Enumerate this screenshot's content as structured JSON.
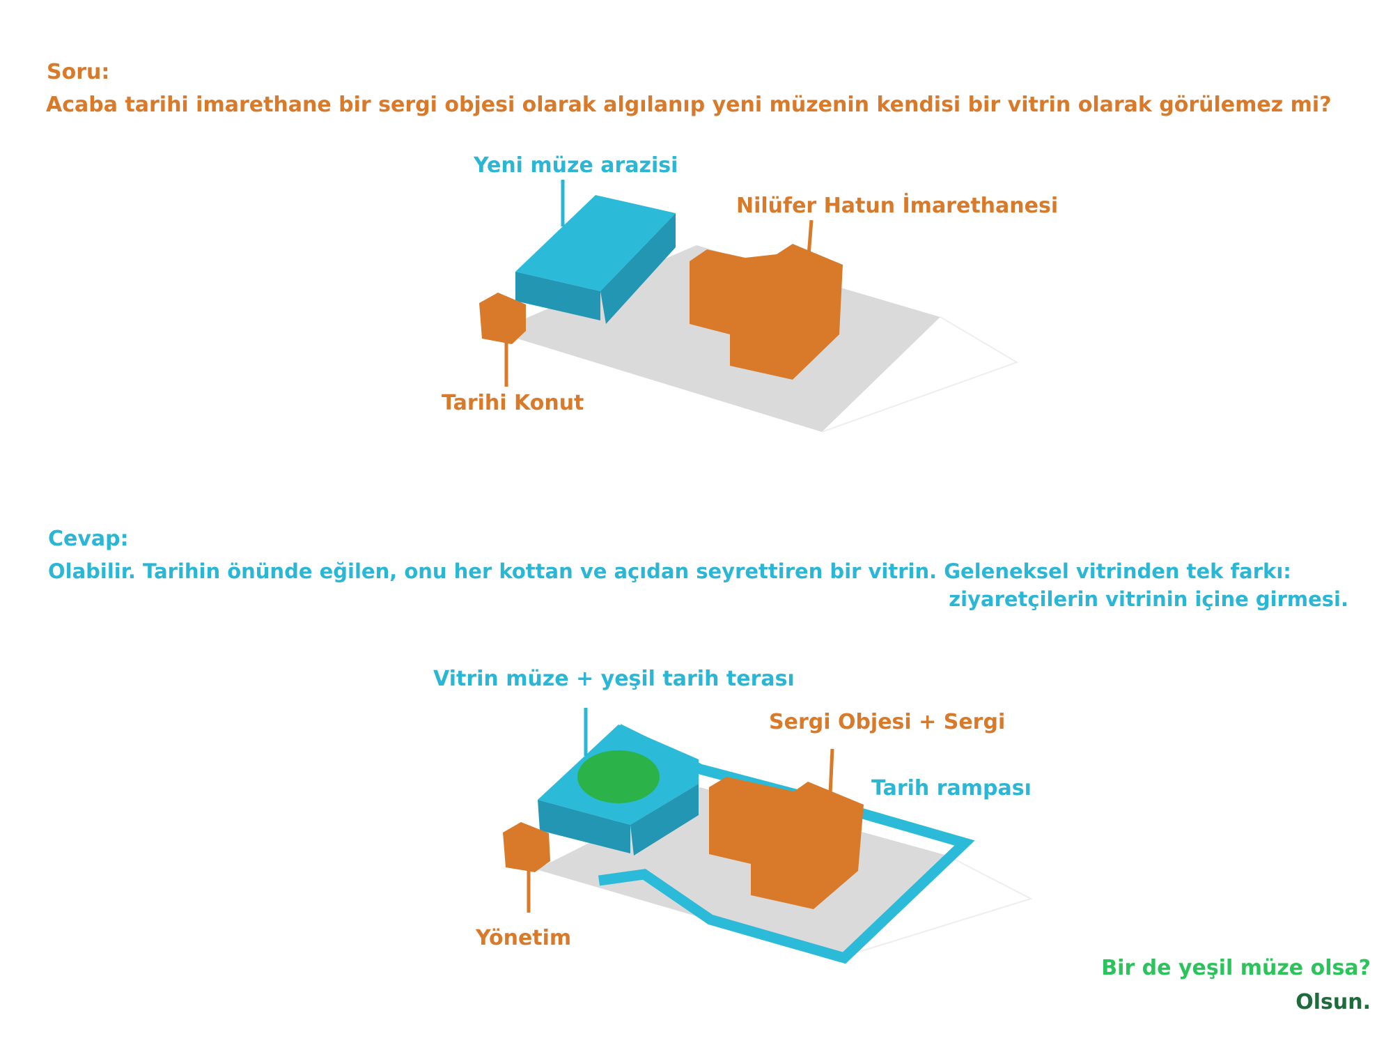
{
  "question": {
    "label": "Soru:",
    "text": "Acaba tarihi imarethane bir sergi objesi olarak algılanıp yeni müzenin kendisi bir vitrin olarak görülemez mi?"
  },
  "diagram1": {
    "label_new_museum_site": "Yeni müze arazisi",
    "label_imarethane": "Nilüfer Hatun İmarethanesi",
    "label_historic_house": "Tarihi Konut"
  },
  "answer": {
    "label": "Cevap:",
    "line1": "Olabilir. Tarihin önünde eğilen, onu her kottan ve açıdan seyrettiren bir vitrin. Geleneksel vitrinden tek farkı:",
    "line2": "ziyaretçilerin vitrinin içine girmesi."
  },
  "diagram2": {
    "label_vitrin_museum": "Vitrin müze + yeşil tarih terası",
    "label_exhibit": "Sergi Objesi + Sergi",
    "label_ramp": "Tarih rampası",
    "label_management": "Yönetim"
  },
  "footer": {
    "question": "Bir de yeşil müze olsa?",
    "answer": "Olsun."
  },
  "colors": {
    "orange": "#D97A2B",
    "cyan": "#2BB6D6",
    "cyan_dark": "#2196B2",
    "green_circle": "#2BB34A",
    "ground": "#DADADA",
    "light_green_text": "#2BC45A",
    "dark_green_text": "#1E6B3C"
  }
}
